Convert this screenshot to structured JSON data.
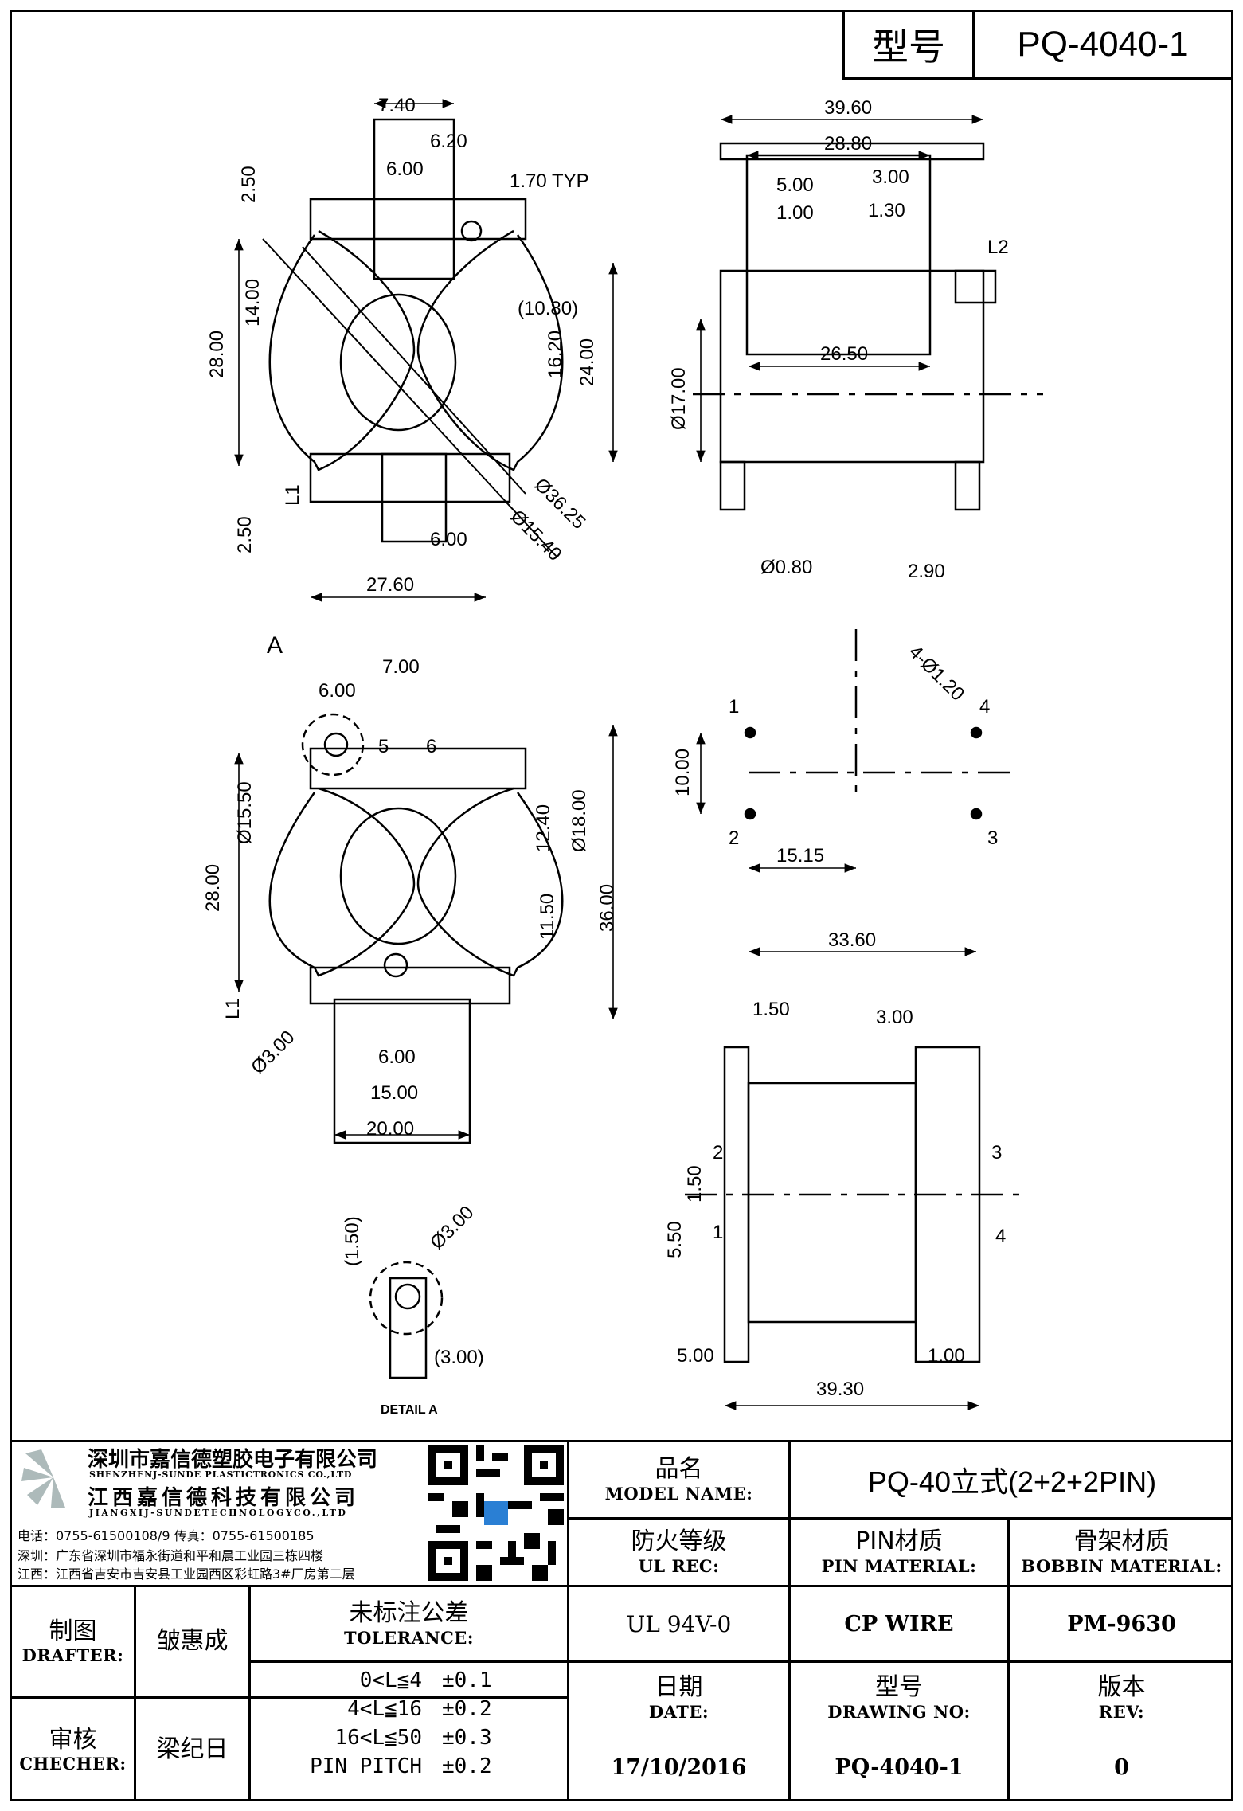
{
  "header": {
    "model_label": "型号",
    "model_value": "PQ-4040-1"
  },
  "company": {
    "name_cn_1": "深圳市嘉信德塑胶电子有限公司",
    "name_en_1": "SHENZHENJ-SUNDE PLASTICTRONICS CO.,LTD",
    "name_cn_2": "江西嘉信德科技有限公司",
    "name_en_2": "JIANGXIJ-SUNDETECHNOLOGYCO.,LTD",
    "phone_line": "电话：0755-61500108/9      传真：0755-61500185",
    "addr_sz": "深圳：广东省深圳市福永街道和平和晨工业园三栋四楼",
    "addr_jx": "江西：江西省吉安市吉安县工业园西区彩虹路3#厂房第二层"
  },
  "title_block": {
    "product_name_cn": "品名",
    "product_name_en": "MODEL NAME:",
    "product_name_value": "PQ-40立式(2+2+2PIN)",
    "ul_cn": "防火等级",
    "ul_en": "UL REC:",
    "pin_cn": "PIN材质",
    "pin_en": "PIN MATERIAL:",
    "bobbin_cn": "骨架材质",
    "bobbin_en": "BOBBIN MATERIAL:",
    "ul_value": "UL 94V-0",
    "pin_value": "CP WIRE",
    "bobbin_value": "PM-9630",
    "date_cn": "日期",
    "date_en": "DATE:",
    "drawing_cn": "型号",
    "drawing_en": "DRAWING NO:",
    "rev_cn": "版本",
    "rev_en": "REV:",
    "date_value": "17/10/2016",
    "drawing_value": "PQ-4040-1",
    "rev_value": "0",
    "drafter_cn": "制图",
    "drafter_en": "DRAFTER:",
    "drafter_name": "皱惠成",
    "checker_cn": "审核",
    "checker_en": "CHECHER:",
    "checker_name": "梁纪日",
    "tolerance_cn": "未标注公差",
    "tolerance_en": "TOLERANCE:",
    "tolerances": [
      {
        "range": "0<L≦4",
        "value": "±0.1"
      },
      {
        "range": "4<L≦16",
        "value": "±0.2"
      },
      {
        "range": "16<L≦50",
        "value": "±0.3"
      },
      {
        "range": "PIN PITCH",
        "value": "±0.2"
      }
    ]
  },
  "dims": {
    "d740": "7.40",
    "d620": "6.20",
    "d600": "6.00",
    "d170": "1.70 TYP",
    "d250a": "2.50",
    "d1400": "14.00",
    "d2800": "28.00",
    "d1080": "(10.80)",
    "d1620": "16.20",
    "d2400": "24.00",
    "d3625": "Ø36.25",
    "d1540": "Ø15.40",
    "d250b": "2.50",
    "d600b": "6.00",
    "d2760": "27.60",
    "L1": "L1",
    "d3960": "39.60",
    "d2880": "28.80",
    "d500": "5.00",
    "d300": "3.00",
    "d100": "1.00",
    "d130": "1.30",
    "L2": "L2",
    "d2650": "26.50",
    "d1700": "Ø17.00",
    "d080": "Ø0.80",
    "d290": "2.90",
    "A": "A",
    "d700": "7.00",
    "d600c": "6.00",
    "p5": "5",
    "p6": "6",
    "d1550": "Ø15.50",
    "d1240": "12.40",
    "d1800": "Ø18.00",
    "d2800b": "28.00",
    "d1150": "11.50",
    "d3600": "36.00",
    "d300b": "Ø3.00",
    "d600d": "6.00",
    "d1500": "15.00",
    "d2000": "20.00",
    "L1b": "L1",
    "p1": "1",
    "p2": "2",
    "p3": "3",
    "p4": "4",
    "d1000": "10.00",
    "d1515": "15.15",
    "d3360": "33.60",
    "d120": "4-Ø1.20",
    "d150": "1.50",
    "d300c": "3.00",
    "d150b": "1.50",
    "d550": "5.50",
    "d500b": "5.00",
    "d100b": "1.00",
    "d3930": "39.30",
    "q2": "2",
    "q3": "3",
    "q1": "1",
    "q4": "4",
    "d150p": "(1.50)",
    "d300d": "Ø3.00",
    "d300e": "(3.00)",
    "detail": "DETAIL A"
  }
}
